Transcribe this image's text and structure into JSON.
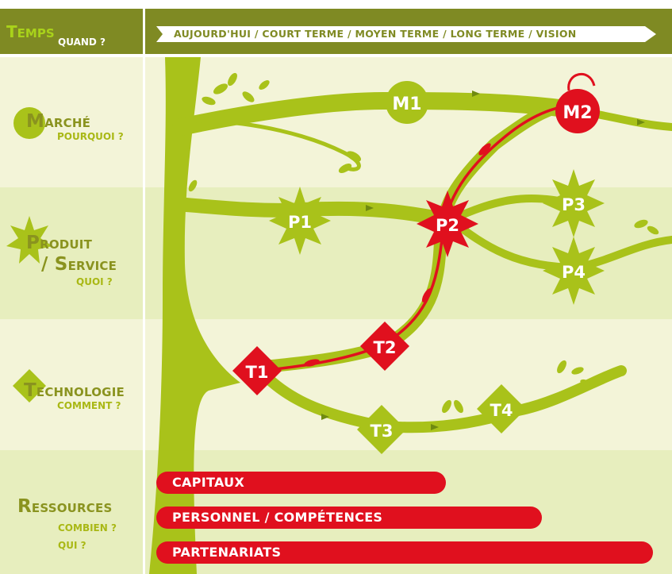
{
  "header": {
    "temps_cap": "T",
    "temps_rest": "EMPS",
    "quand": "QUAND ?",
    "timeline": "AUJOURD'HUI / COURT TERME / MOYEN TERME / LONG TERME / VISION"
  },
  "rows": {
    "marche": {
      "cap": "M",
      "rest": "ARCHÉ",
      "sub": "POURQUOI ?"
    },
    "produit": {
      "cap1": "P",
      "rest1": "RODUIT",
      "cap2": "/ S",
      "rest2": "ERVICE",
      "sub": "QUOI ?"
    },
    "technologie": {
      "cap": "T",
      "rest": "ECHNOLOGIE",
      "sub": "COMMENT ?"
    },
    "ressources": {
      "cap": "R",
      "rest": "ESSOURCES",
      "sub1": "COMBIEN ?",
      "sub2": "QUI ?"
    }
  },
  "nodes": {
    "m1": "M1",
    "m2": "M2",
    "p1": "P1",
    "p2": "P2",
    "p3": "P3",
    "p4": "P4",
    "t1": "T1",
    "t2": "T2",
    "t3": "T3",
    "t4": "T4"
  },
  "resources": [
    "CAPITAUX",
    "PERSONNEL / COMPÉTENCES",
    "PARTENARIATS"
  ],
  "colors": {
    "header": "#7f8a23",
    "branch": "#a9c21a",
    "red": "#e0101e",
    "band_light": "#f3f4d8",
    "band_mid": "#e7eebe"
  }
}
